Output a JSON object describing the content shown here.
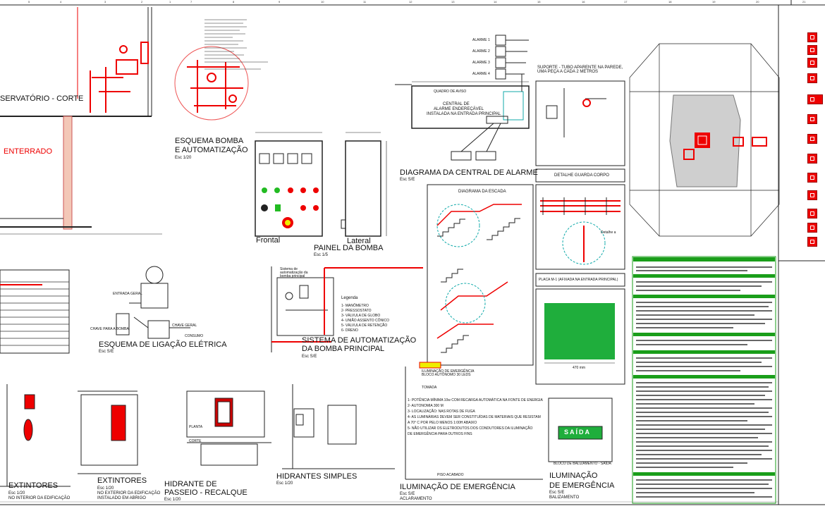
{
  "sheet": {
    "column_numbers": [
      "5",
      "4",
      "3",
      "2",
      "1",
      "7",
      "8",
      "9",
      "10",
      "11",
      "12",
      "13",
      "14",
      "15",
      "16",
      "17",
      "18",
      "19",
      "20",
      "21"
    ]
  },
  "titles": {
    "reservatorio": "SERVATÓRIO - CORTE",
    "enterrado": "ENTERRADO",
    "esquema_bomba": "ESQUEMA BOMBA",
    "esquema_bomba_2": "E AUTOMATIZAÇÃO",
    "esquema_bomba_esc": "Esc 1/20",
    "painel_frontal": "Frontal",
    "painel_lateral": "Lateral",
    "painel_bomba": "PAINEL DA BOMBA",
    "painel_bomba_esc": "Esc 1/5",
    "diagrama_central": "DIAGRAMA DA CENTRAL DE ALARME",
    "diagrama_central_esc": "Esc S/E",
    "suporte": "SUPORTE - TUBO APARENTE NA PAREDE, UMA PEÇA A CADA 2 METROS",
    "detalhe_guarda": "DETALHE GUARDA CORPO",
    "diagrama_escada": "DIAGRAMA DA ESCADA",
    "placa": "PLACA M-1 (AFIXADA NA ENTRADA PRINCIPAL)",
    "esquema_ligacao": "ESQUEMA DE LIGAÇÃO ELÉTRICA",
    "esquema_ligacao_esc": "Esc S/E",
    "sistema_auto": "SISTEMA DE AUTOMATIZAÇÃO",
    "sistema_auto_2": "DA BOMBA PRINCIPAL",
    "sistema_auto_esc": "Esc S/E",
    "extintores_1": "EXTINTORES",
    "extintores_1_esc": "Esc 1/20",
    "extintores_1_sub": "NO INTERIOR DA EDIFICAÇÃO",
    "extintores_2": "EXTINTORES",
    "extintores_2_esc": "Esc 1/20",
    "extintores_2_sub": "NO EXTERIOR DA EDIFICAÇÃO",
    "extintores_2_sub2": "INSTALADO EM ABRIGO",
    "hidrante_passeio": "HIDRANTE DE",
    "hidrante_passeio_2": "PASSEIO - RECALQUE",
    "hidrante_passeio_esc": "Esc 1/20",
    "hidrantes_simples": "HIDRANTES SIMPLES",
    "hidrantes_simples_esc": "Esc 1/20",
    "iluminacao_1": "ILUMINAÇÃO DE EMERGÊNCIA",
    "iluminacao_1_esc": "Esc S/E",
    "iluminacao_1_sub": "ACLARAMENTO",
    "iluminacao_2": "ILUMINAÇÃO",
    "iluminacao_2b": "DE EMERGÊNCIA",
    "iluminacao_2_esc": "Esc S/E",
    "iluminacao_2_sub": "BALIZAMENTO",
    "saida": "SAÍDA",
    "bloco_balizamento": "BLOCO DE BALIZAMENTO - SAÍDA",
    "planta": "PLANTA",
    "corte": "CORTE",
    "chave_bomba": "CHAVE PARA A BOMBA",
    "chave_geral": "CHAVE GERAL",
    "entrada_geral": "ENTRADA GERAL",
    "consumo": "CONSUMO",
    "central_1": "CENTRAL DE",
    "central_2": "ALARME ENDEREÇÁVEL",
    "central_3": "INSTALADA NA ENTRADA PRINCIPAL",
    "quadro_aviso": "QUADRO DE AVISO",
    "sistema_bateria": "Sistema de automatização da bomba principal",
    "legenda": "Legenda",
    "legenda_itens": [
      "1- MANÔMETRO",
      "2- PRESSOSTATO",
      "3- VÁLVULA DE GLOBO",
      "4- UNIÃO ASSENTO CÔNICO",
      "5- VÁLVULA DE RETENÇÃO",
      "6- DRENO"
    ],
    "ilum_bloco": "ILUMINAÇÃO DE EMERGÊNCIA BLOCO AUTÔNOMO 30 LEDS",
    "ilum_tomada": "TOMADA",
    "ilum_notas": [
      "1- POTÊNCIA MÍNIMA 10w COM RECARGA AUTOMÁTICA NA FONTE DE ENERGIA",
      "2- AUTONOMIA 300 M",
      "3- LOCALIZAÇÃO: NAS ROTAS DE FUGA",
      "4- AS LUMINÁRIAS DEVEM SER CONSTITUÍDAS DE MATERIAIS QUE RESISTAM",
      "   A 70° C POR PELO MENOS 1:00H ABAIXO",
      "5- NÃO UTILIZAR OS ELETRODUTOS DOS CONDUTORES DA ILUMINAÇÃO",
      "   DE EMERGÊNCIA PARA OUTROS FINS"
    ],
    "piso_acabado": "PISO ACABADO",
    "placa_dim": "470 mm",
    "detalhe_a": "Detalhe a",
    "alarm_labels": [
      "ALARME 1",
      "ALARME 2",
      "ALARME 3",
      "ALARME 4"
    ]
  },
  "colors": {
    "accent_red": "#e00000",
    "green": "#1a9e1a",
    "sign_green": "#1fae3c",
    "line": "#222222"
  },
  "legend_icons": [
    "extintor-icon",
    "hidrante-icon",
    "alarme-icon",
    "luz-icon",
    "saida-icon",
    "seta-icon",
    "bomba-icon",
    "quadro-icon",
    "porta-icon",
    "sinal-icon",
    "barra-icon",
    "escada-icon"
  ]
}
